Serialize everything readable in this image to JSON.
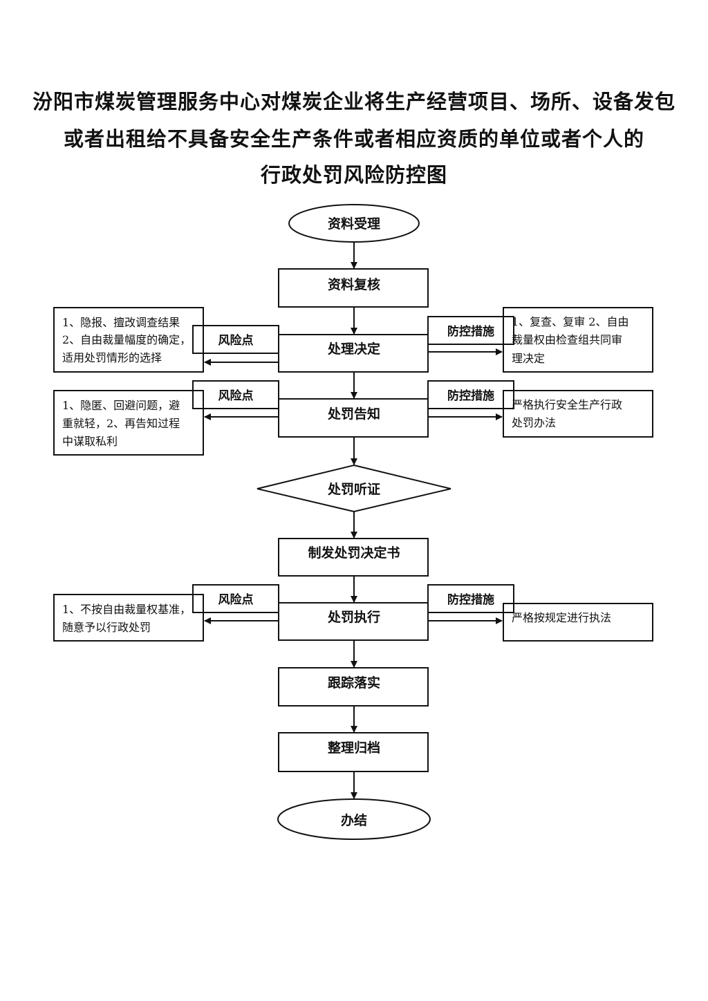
{
  "title": {
    "line1": "汾阳市煤炭管理服务中心对煤炭企业将生产经营项目、场所、设备发包",
    "line2": "或者出租给不具备安全生产条件或者相应资质的单位或者个人的",
    "line3": "行政处罚风险防控图"
  },
  "flow": {
    "start": "资料受理",
    "review": "资料复核",
    "decision": "处理决定",
    "notice": "处罚告知",
    "hearing": "处罚听证",
    "issue": "制发处罚决定书",
    "execute": "处罚执行",
    "track": "跟踪落实",
    "archive": "整理归档",
    "end": "办结"
  },
  "labels": {
    "risk": "风险点",
    "control": "防控措施"
  },
  "risks": {
    "decision": [
      "1、隐报、擅改调查结果",
      "2、自由裁量幅度的确定，",
      "适用处罚情形的选择"
    ],
    "notice": [
      "1、隐匿、回避问题，避",
      "重就轻，2、再告知过程",
      "中谋取私利"
    ],
    "execute": [
      "1、不按自由裁量权基准，",
      "随意予以行政处罚"
    ]
  },
  "controls": {
    "decision": [
      "1、复查、复审 2、自由",
      "裁量权由检查组共同审",
      "理决定"
    ],
    "notice": [
      "严格执行安全生产行政",
      "处罚办法"
    ],
    "execute": [
      "严格按规定进行执法"
    ]
  }
}
